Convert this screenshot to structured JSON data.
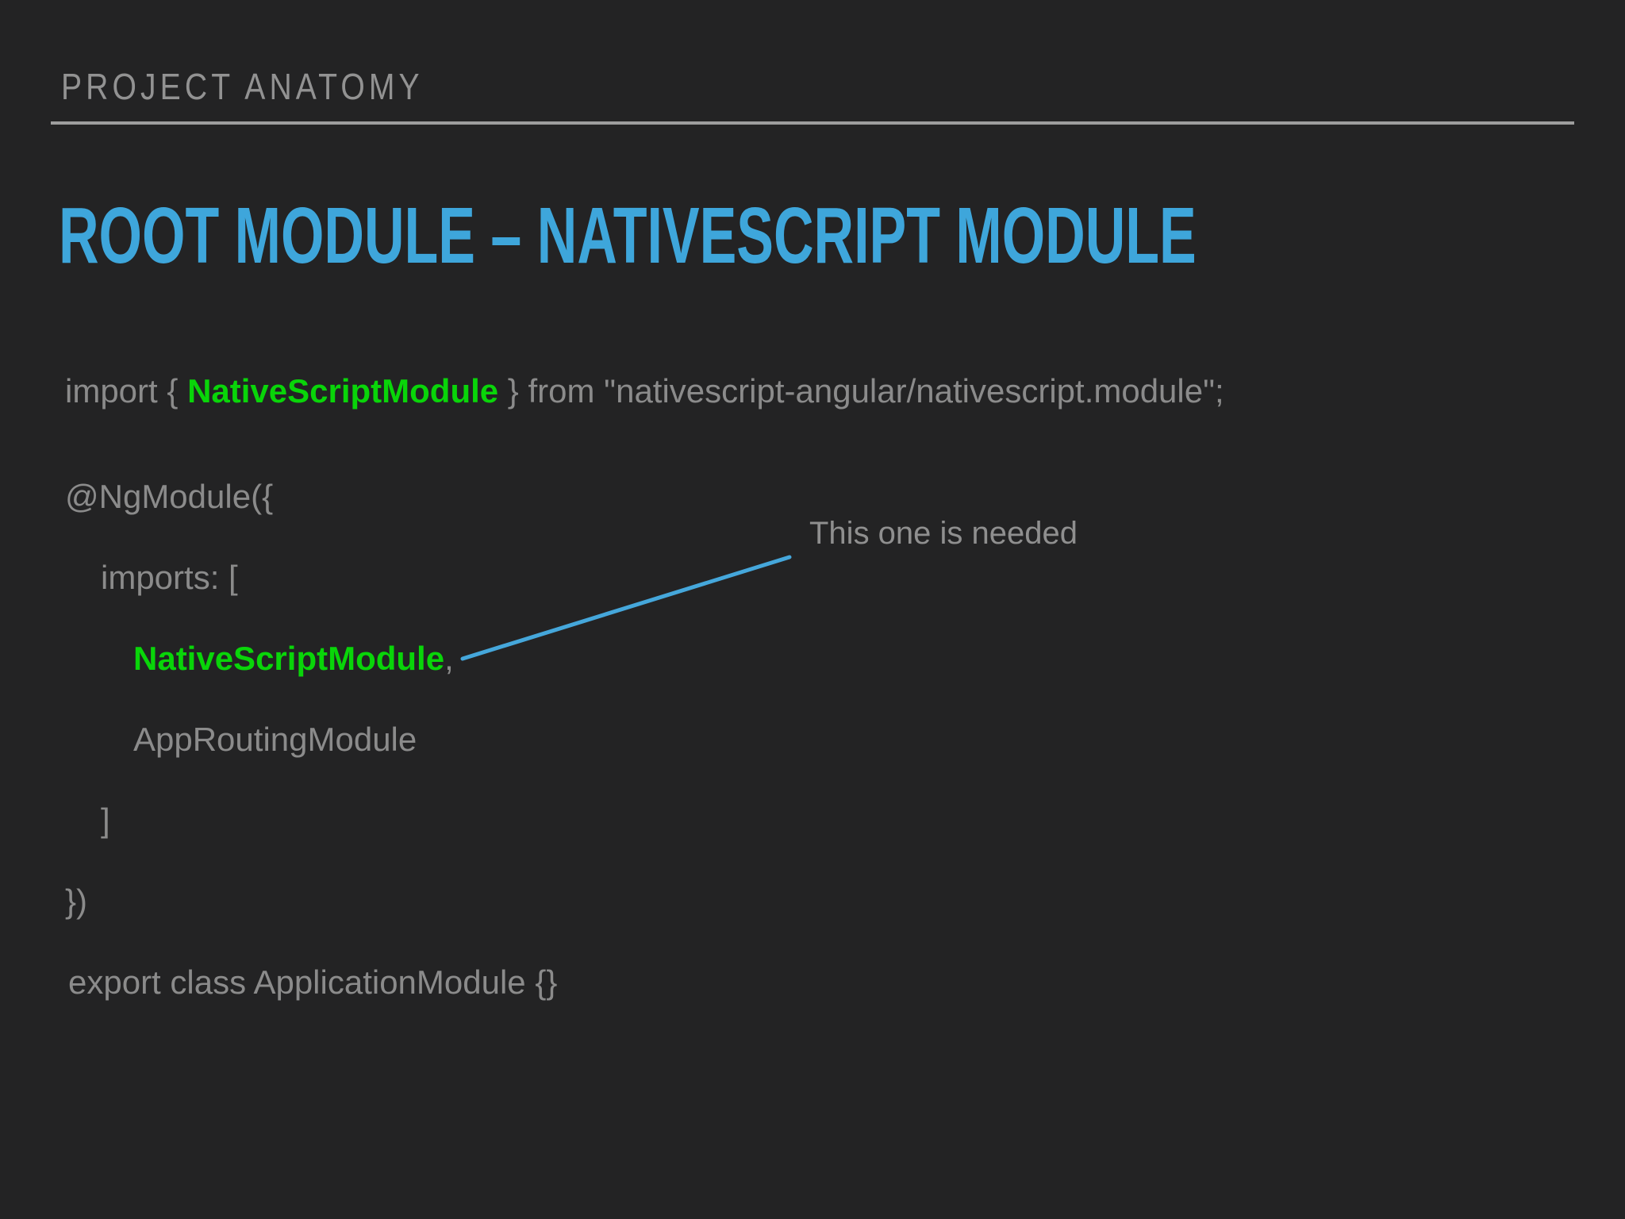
{
  "header": {
    "kicker": "PROJECT ANATOMY"
  },
  "title": {
    "text": "ROOT MODULE – NATIVESCRIPT MODULE"
  },
  "code": {
    "import_line": {
      "prefix": "import { ",
      "highlight": "NativeScriptModule",
      "suffix": " } from \"nativescript-angular/nativescript.module\";"
    },
    "ngmodule_open": "@NgModule({",
    "imports_open": "imports: [",
    "nativescript_item": {
      "highlight": "NativeScriptModule",
      "comma": ","
    },
    "approuting_item": "AppRoutingModule",
    "imports_close": "]",
    "ngmodule_close": "})",
    "export_line": "export class ApplicationModule {}"
  },
  "annotation": {
    "text": "This one is needed"
  },
  "colors": {
    "background": "#232324",
    "kicker_gray": "#929292",
    "rule_gray": "#9e9e9e",
    "title_blue": "#3ea6db",
    "code_gray": "#8b8b8b",
    "highlight_green": "#09d509",
    "callout_blue": "#45a7db"
  }
}
